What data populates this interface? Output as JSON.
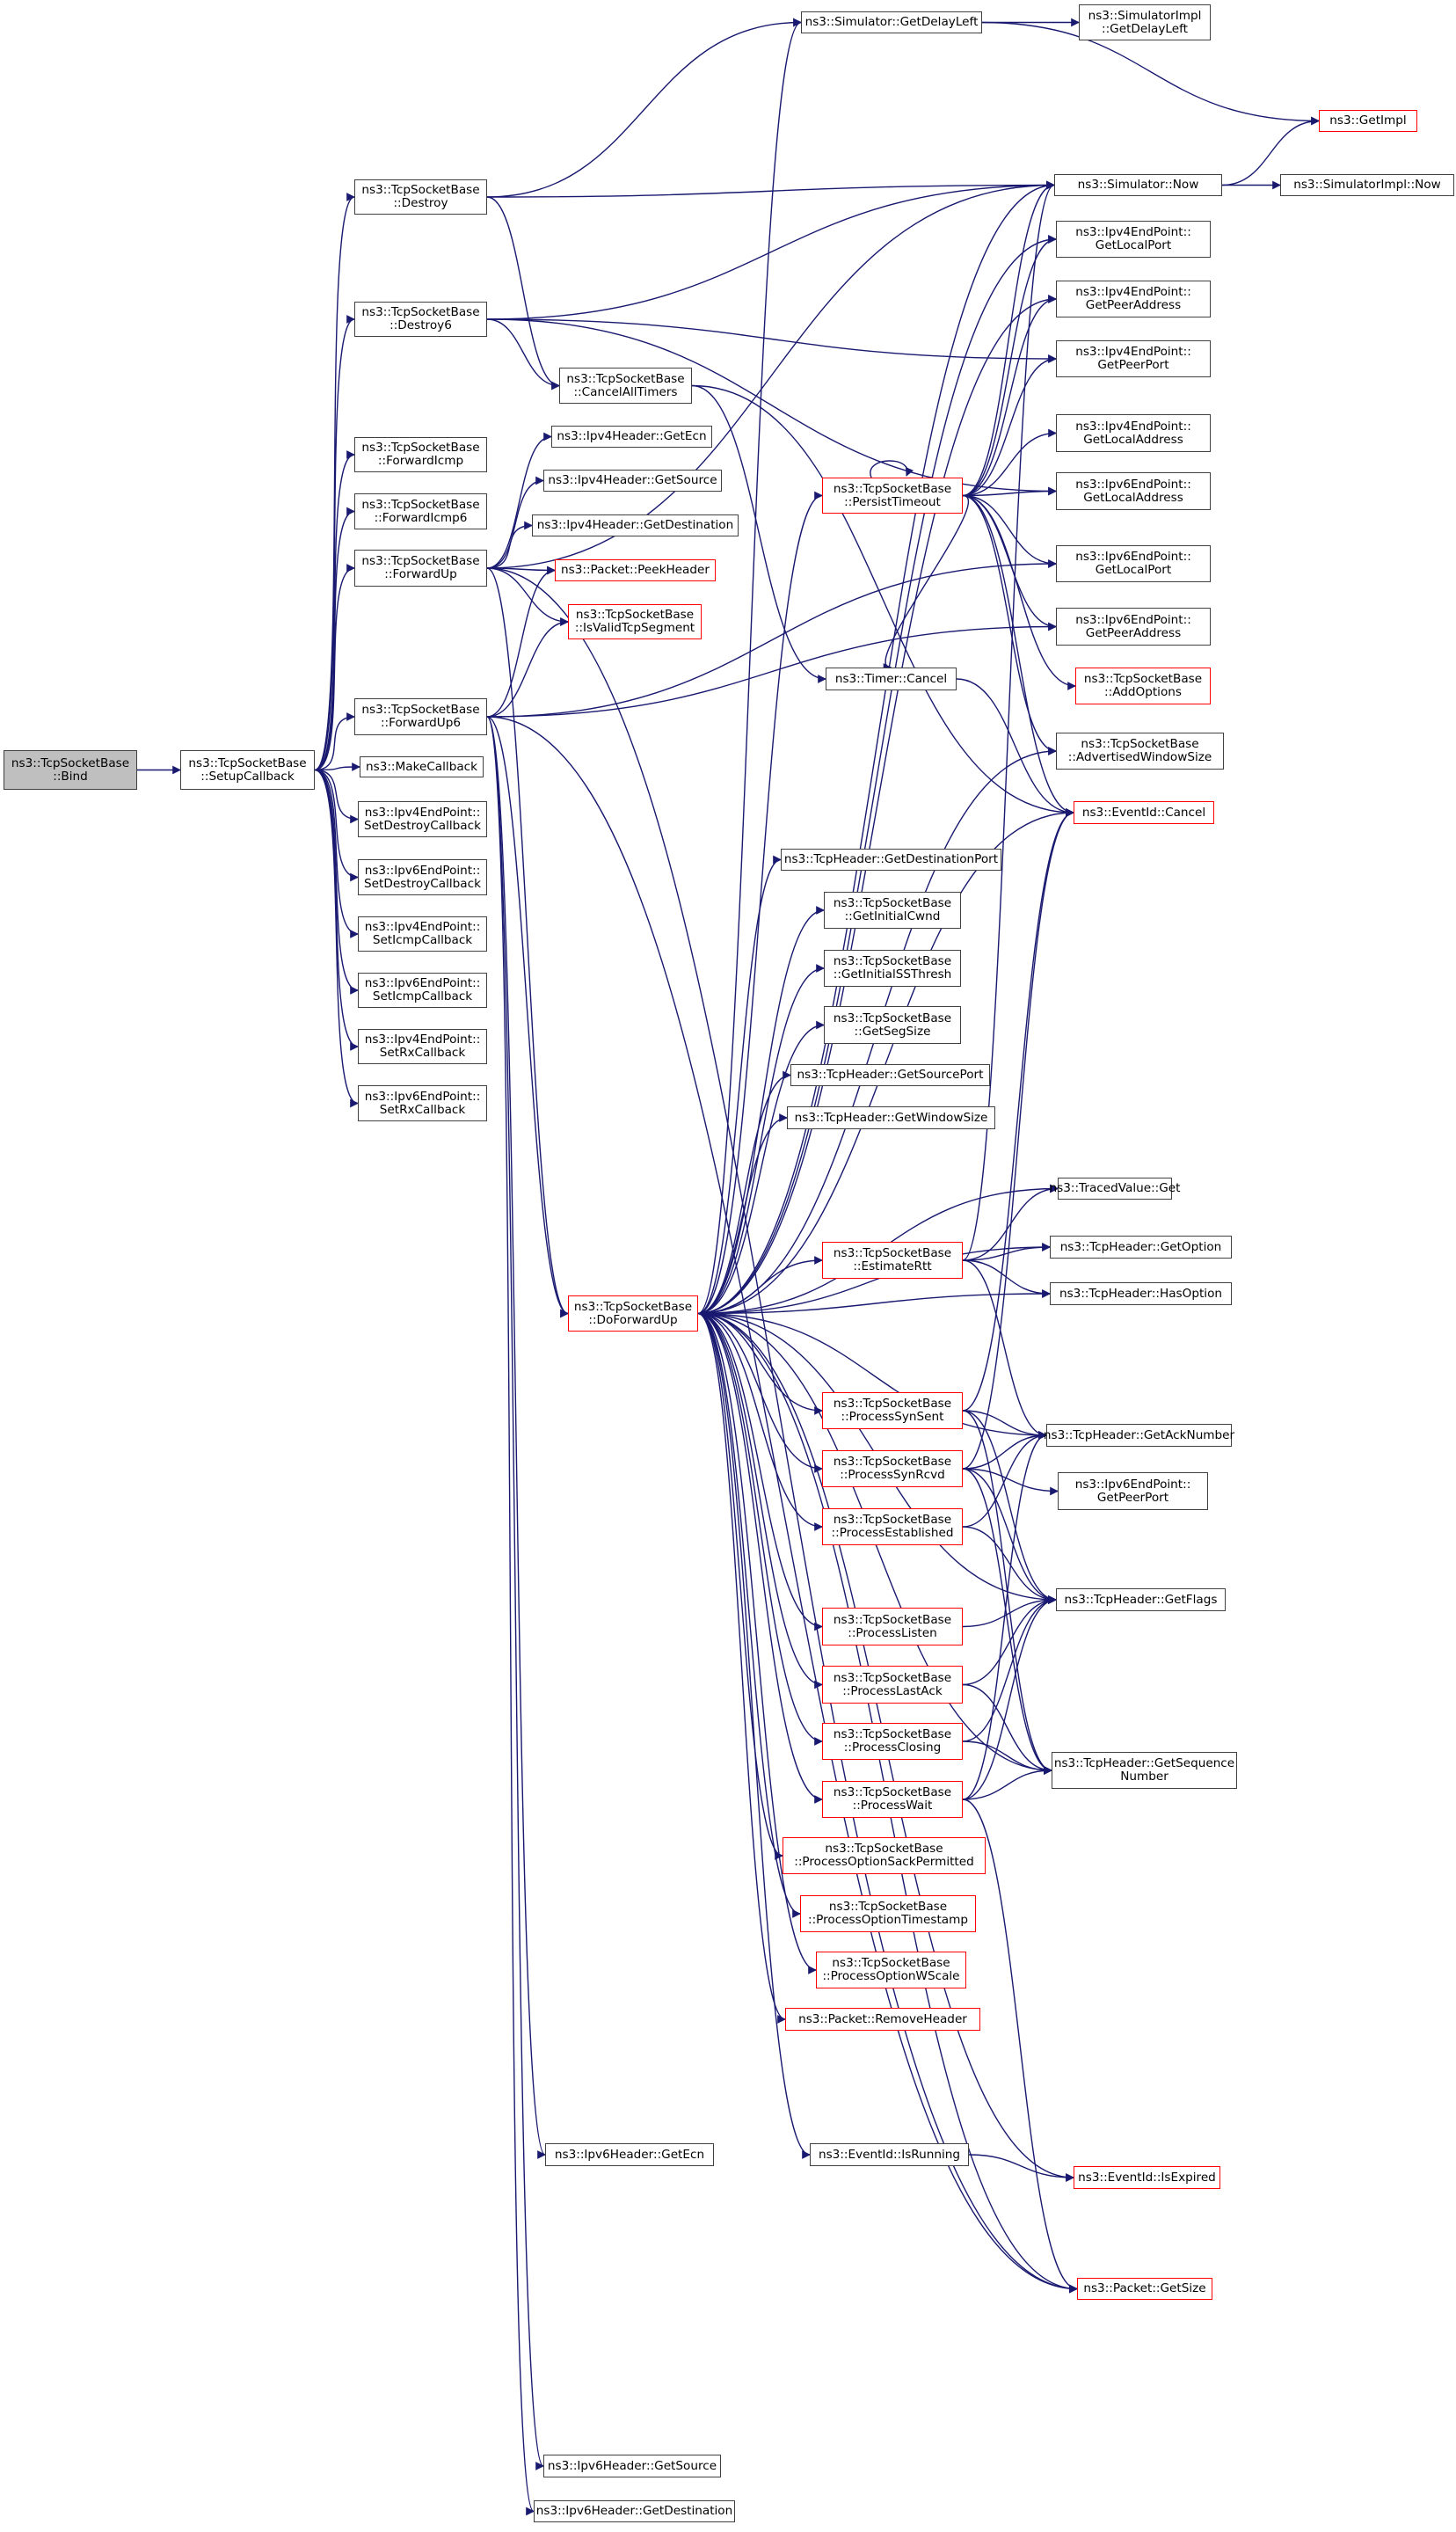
{
  "title": "ns3::TcpSocketBase::Bind call graph",
  "colors": {
    "edge": "#191970",
    "box_border": "#404040",
    "incomplete_border": "#ff0000",
    "root_fill": "#bfbfbf"
  },
  "nodes": [
    {
      "id": "bind",
      "lines": [
        "ns3::TcpSocketBase",
        "::Bind"
      ],
      "style": "root"
    },
    {
      "id": "setupcallback",
      "lines": [
        "ns3::TcpSocketBase",
        "::SetupCallback"
      ],
      "style": "normal"
    },
    {
      "id": "destroy",
      "lines": [
        "ns3::TcpSocketBase",
        "::Destroy"
      ],
      "style": "normal"
    },
    {
      "id": "destroy6",
      "lines": [
        "ns3::TcpSocketBase",
        "::Destroy6"
      ],
      "style": "normal"
    },
    {
      "id": "forwardicmp",
      "lines": [
        "ns3::TcpSocketBase",
        "::ForwardIcmp"
      ],
      "style": "normal"
    },
    {
      "id": "forwardicmp6",
      "lines": [
        "ns3::TcpSocketBase",
        "::ForwardIcmp6"
      ],
      "style": "normal"
    },
    {
      "id": "forwardup",
      "lines": [
        "ns3::TcpSocketBase",
        "::ForwardUp"
      ],
      "style": "normal"
    },
    {
      "id": "forwardup6",
      "lines": [
        "ns3::TcpSocketBase",
        "::ForwardUp6"
      ],
      "style": "normal"
    },
    {
      "id": "makecallback",
      "lines": [
        "ns3::MakeCallback"
      ],
      "style": "normal"
    },
    {
      "id": "ipv4_setdestroycb",
      "lines": [
        "ns3::Ipv4EndPoint::",
        "SetDestroyCallback"
      ],
      "style": "normal"
    },
    {
      "id": "ipv6_setdestroycb",
      "lines": [
        "ns3::Ipv6EndPoint::",
        "SetDestroyCallback"
      ],
      "style": "normal"
    },
    {
      "id": "ipv4_seticmpcb",
      "lines": [
        "ns3::Ipv4EndPoint::",
        "SetIcmpCallback"
      ],
      "style": "normal"
    },
    {
      "id": "ipv6_seticmpcb",
      "lines": [
        "ns3::Ipv6EndPoint::",
        "SetIcmpCallback"
      ],
      "style": "normal"
    },
    {
      "id": "ipv4_setrxcb",
      "lines": [
        "ns3::Ipv4EndPoint::",
        "SetRxCallback"
      ],
      "style": "normal"
    },
    {
      "id": "ipv6_setrxcb",
      "lines": [
        "ns3::Ipv6EndPoint::",
        "SetRxCallback"
      ],
      "style": "normal"
    },
    {
      "id": "cancelalltimers",
      "lines": [
        "ns3::TcpSocketBase",
        "::CancelAllTimers"
      ],
      "style": "normal"
    },
    {
      "id": "ipv4h_getecn",
      "lines": [
        "ns3::Ipv4Header::GetEcn"
      ],
      "style": "normal"
    },
    {
      "id": "ipv4h_getsource",
      "lines": [
        "ns3::Ipv4Header::GetSource"
      ],
      "style": "normal"
    },
    {
      "id": "ipv4h_getdest",
      "lines": [
        "ns3::Ipv4Header::GetDestination"
      ],
      "style": "normal"
    },
    {
      "id": "peekheader",
      "lines": [
        "ns3::Packet::PeekHeader"
      ],
      "style": "red"
    },
    {
      "id": "isvalidtcpsegment",
      "lines": [
        "ns3::TcpSocketBase",
        "::IsValidTcpSegment"
      ],
      "style": "red"
    },
    {
      "id": "doforwardup",
      "lines": [
        "ns3::TcpSocketBase",
        "::DoForwardUp"
      ],
      "style": "red"
    },
    {
      "id": "sim_getdelayleft",
      "lines": [
        "ns3::Simulator::GetDelayLeft"
      ],
      "style": "normal"
    },
    {
      "id": "simimpl_getdelayleft",
      "lines": [
        "ns3::SimulatorImpl",
        "::GetDelayLeft"
      ],
      "style": "normal"
    },
    {
      "id": "getimpl",
      "lines": [
        "ns3::GetImpl"
      ],
      "style": "red"
    },
    {
      "id": "sim_now",
      "lines": [
        "ns3::Simulator::Now"
      ],
      "style": "normal"
    },
    {
      "id": "simimpl_now",
      "lines": [
        "ns3::SimulatorImpl::Now"
      ],
      "style": "normal"
    },
    {
      "id": "ipv4_getlocalport",
      "lines": [
        "ns3::Ipv4EndPoint::",
        "GetLocalPort"
      ],
      "style": "normal"
    },
    {
      "id": "ipv4_getpeeraddress",
      "lines": [
        "ns3::Ipv4EndPoint::",
        "GetPeerAddress"
      ],
      "style": "normal"
    },
    {
      "id": "ipv4_getpeerport",
      "lines": [
        "ns3::Ipv4EndPoint::",
        "GetPeerPort"
      ],
      "style": "normal"
    },
    {
      "id": "ipv4_getlocaladdress",
      "lines": [
        "ns3::Ipv4EndPoint::",
        "GetLocalAddress"
      ],
      "style": "normal"
    },
    {
      "id": "persisttimeout",
      "lines": [
        "ns3::TcpSocketBase",
        "::PersistTimeout"
      ],
      "style": "red"
    },
    {
      "id": "ipv6_getlocaladdress",
      "lines": [
        "ns3::Ipv6EndPoint::",
        "GetLocalAddress"
      ],
      "style": "normal"
    },
    {
      "id": "ipv6_getlocalport",
      "lines": [
        "ns3::Ipv6EndPoint::",
        "GetLocalPort"
      ],
      "style": "normal"
    },
    {
      "id": "ipv6_getpeeraddress",
      "lines": [
        "ns3::Ipv6EndPoint::",
        "GetPeerAddress"
      ],
      "style": "normal"
    },
    {
      "id": "addoptions",
      "lines": [
        "ns3::TcpSocketBase",
        "::AddOptions"
      ],
      "style": "red"
    },
    {
      "id": "timer_cancel",
      "lines": [
        "ns3::Timer::Cancel"
      ],
      "style": "normal"
    },
    {
      "id": "advertisedwindowsize",
      "lines": [
        "ns3::TcpSocketBase",
        "::AdvertisedWindowSize"
      ],
      "style": "normal"
    },
    {
      "id": "eventid_cancel",
      "lines": [
        "ns3::EventId::Cancel"
      ],
      "style": "red"
    },
    {
      "id": "tcph_getdestport",
      "lines": [
        "ns3::TcpHeader::GetDestinationPort"
      ],
      "style": "normal"
    },
    {
      "id": "getinitialcwnd",
      "lines": [
        "ns3::TcpSocketBase",
        "::GetInitialCwnd"
      ],
      "style": "normal"
    },
    {
      "id": "getinitialssthresh",
      "lines": [
        "ns3::TcpSocketBase",
        "::GetInitialSSThresh"
      ],
      "style": "normal"
    },
    {
      "id": "getsegsize",
      "lines": [
        "ns3::TcpSocketBase",
        "::GetSegSize"
      ],
      "style": "normal"
    },
    {
      "id": "tcph_getsourceport",
      "lines": [
        "ns3::TcpHeader::GetSourcePort"
      ],
      "style": "normal"
    },
    {
      "id": "tcph_getwindowsize",
      "lines": [
        "ns3::TcpHeader::GetWindowSize"
      ],
      "style": "normal"
    },
    {
      "id": "tracedvalue_get",
      "lines": [
        "ns3::TracedValue::Get"
      ],
      "style": "normal"
    },
    {
      "id": "tcph_getoption",
      "lines": [
        "ns3::TcpHeader::GetOption"
      ],
      "style": "normal"
    },
    {
      "id": "estimatertt",
      "lines": [
        "ns3::TcpSocketBase",
        "::EstimateRtt"
      ],
      "style": "red"
    },
    {
      "id": "tcph_hasoption",
      "lines": [
        "ns3::TcpHeader::HasOption"
      ],
      "style": "normal"
    },
    {
      "id": "processsynsent",
      "lines": [
        "ns3::TcpSocketBase",
        "::ProcessSynSent"
      ],
      "style": "red"
    },
    {
      "id": "tcph_getacknumber",
      "lines": [
        "ns3::TcpHeader::GetAckNumber"
      ],
      "style": "normal"
    },
    {
      "id": "processsynrcvd",
      "lines": [
        "ns3::TcpSocketBase",
        "::ProcessSynRcvd"
      ],
      "style": "red"
    },
    {
      "id": "ipv6_getpeerport",
      "lines": [
        "ns3::Ipv6EndPoint::",
        "GetPeerPort"
      ],
      "style": "normal"
    },
    {
      "id": "processestablished",
      "lines": [
        "ns3::TcpSocketBase",
        "::ProcessEstablished"
      ],
      "style": "red"
    },
    {
      "id": "tcph_getflags",
      "lines": [
        "ns3::TcpHeader::GetFlags"
      ],
      "style": "normal"
    },
    {
      "id": "processlisten",
      "lines": [
        "ns3::TcpSocketBase",
        "::ProcessListen"
      ],
      "style": "red"
    },
    {
      "id": "processlastack",
      "lines": [
        "ns3::TcpSocketBase",
        "::ProcessLastAck"
      ],
      "style": "red"
    },
    {
      "id": "processclosing",
      "lines": [
        "ns3::TcpSocketBase",
        "::ProcessClosing"
      ],
      "style": "red"
    },
    {
      "id": "tcph_getseqnumber",
      "lines": [
        "ns3::TcpHeader::GetSequence",
        "Number"
      ],
      "style": "normal"
    },
    {
      "id": "processwait",
      "lines": [
        "ns3::TcpSocketBase",
        "::ProcessWait"
      ],
      "style": "red"
    },
    {
      "id": "processoptionsackpermitted",
      "lines": [
        "ns3::TcpSocketBase",
        "::ProcessOptionSackPermitted"
      ],
      "style": "red"
    },
    {
      "id": "processoptiontimestamp",
      "lines": [
        "ns3::TcpSocketBase",
        "::ProcessOptionTimestamp"
      ],
      "style": "red"
    },
    {
      "id": "processoptionwscale",
      "lines": [
        "ns3::TcpSocketBase",
        "::ProcessOptionWScale"
      ],
      "style": "red"
    },
    {
      "id": "removeheader",
      "lines": [
        "ns3::Packet::RemoveHeader"
      ],
      "style": "red"
    },
    {
      "id": "ipv6h_getecn",
      "lines": [
        "ns3::Ipv6Header::GetEcn"
      ],
      "style": "normal"
    },
    {
      "id": "eventid_isrunning",
      "lines": [
        "ns3::EventId::IsRunning"
      ],
      "style": "normal"
    },
    {
      "id": "eventid_isexpired",
      "lines": [
        "ns3::EventId::IsExpired"
      ],
      "style": "red"
    },
    {
      "id": "packet_getsize",
      "lines": [
        "ns3::Packet::GetSize"
      ],
      "style": "red"
    },
    {
      "id": "ipv6h_getsource",
      "lines": [
        "ns3::Ipv6Header::GetSource"
      ],
      "style": "normal"
    },
    {
      "id": "ipv6h_getdest",
      "lines": [
        "ns3::Ipv6Header::GetDestination"
      ],
      "style": "normal"
    }
  ],
  "edges": [
    [
      "bind",
      "setupcallback"
    ],
    [
      "setupcallback",
      "destroy"
    ],
    [
      "setupcallback",
      "destroy6"
    ],
    [
      "setupcallback",
      "forwardicmp"
    ],
    [
      "setupcallback",
      "forwardicmp6"
    ],
    [
      "setupcallback",
      "forwardup"
    ],
    [
      "setupcallback",
      "forwardup6"
    ],
    [
      "setupcallback",
      "makecallback"
    ],
    [
      "setupcallback",
      "ipv4_setdestroycb"
    ],
    [
      "setupcallback",
      "ipv6_setdestroycb"
    ],
    [
      "setupcallback",
      "ipv4_seticmpcb"
    ],
    [
      "setupcallback",
      "ipv6_seticmpcb"
    ],
    [
      "setupcallback",
      "ipv4_setrxcb"
    ],
    [
      "setupcallback",
      "ipv6_setrxcb"
    ],
    [
      "destroy",
      "sim_getdelayleft"
    ],
    [
      "destroy",
      "sim_now"
    ],
    [
      "destroy",
      "cancelalltimers"
    ],
    [
      "destroy6",
      "sim_now"
    ],
    [
      "destroy6",
      "cancelalltimers"
    ],
    [
      "destroy6",
      "ipv6_getlocaladdress"
    ],
    [
      "destroy6",
      "ipv4_getpeerport"
    ],
    [
      "cancelalltimers",
      "timer_cancel"
    ],
    [
      "cancelalltimers",
      "eventid_cancel"
    ],
    [
      "sim_getdelayleft",
      "simimpl_getdelayleft"
    ],
    [
      "sim_getdelayleft",
      "getimpl"
    ],
    [
      "sim_now",
      "getimpl"
    ],
    [
      "sim_now",
      "simimpl_now"
    ],
    [
      "forwardup",
      "ipv4h_getecn"
    ],
    [
      "forwardup",
      "ipv4h_getsource"
    ],
    [
      "forwardup",
      "ipv4h_getdest"
    ],
    [
      "forwardup",
      "peekheader"
    ],
    [
      "forwardup",
      "isvalidtcpsegment"
    ],
    [
      "forwardup",
      "doforwardup"
    ],
    [
      "forwardup",
      "packet_getsize"
    ],
    [
      "forwardup",
      "sim_now"
    ],
    [
      "forwardup6",
      "peekheader"
    ],
    [
      "forwardup6",
      "isvalidtcpsegment"
    ],
    [
      "forwardup6",
      "doforwardup"
    ],
    [
      "forwardup6",
      "ipv6h_getecn"
    ],
    [
      "forwardup6",
      "ipv6h_getsource"
    ],
    [
      "forwardup6",
      "ipv6h_getdest"
    ],
    [
      "forwardup6",
      "packet_getsize"
    ],
    [
      "forwardup6",
      "ipv6_getlocalport"
    ],
    [
      "forwardup6",
      "ipv6_getpeeraddress"
    ],
    [
      "persisttimeout",
      "persisttimeout"
    ],
    [
      "persisttimeout",
      "sim_now"
    ],
    [
      "persisttimeout",
      "ipv4_getlocalport"
    ],
    [
      "persisttimeout",
      "ipv4_getpeeraddress"
    ],
    [
      "persisttimeout",
      "ipv4_getpeerport"
    ],
    [
      "persisttimeout",
      "ipv4_getlocaladdress"
    ],
    [
      "persisttimeout",
      "ipv6_getlocaladdress"
    ],
    [
      "persisttimeout",
      "ipv6_getlocalport"
    ],
    [
      "persisttimeout",
      "ipv6_getpeeraddress"
    ],
    [
      "persisttimeout",
      "addoptions"
    ],
    [
      "persisttimeout",
      "advertisedwindowsize"
    ],
    [
      "persisttimeout",
      "eventid_cancel"
    ],
    [
      "persisttimeout",
      "timer_cancel"
    ],
    [
      "timer_cancel",
      "eventid_cancel"
    ],
    [
      "doforwardup",
      "sim_getdelayleft"
    ],
    [
      "doforwardup",
      "sim_now"
    ],
    [
      "doforwardup",
      "ipv4_getlocalport"
    ],
    [
      "doforwardup",
      "ipv4_getpeeraddress"
    ],
    [
      "doforwardup",
      "persisttimeout"
    ],
    [
      "doforwardup",
      "advertisedwindowsize"
    ],
    [
      "doforwardup",
      "eventid_cancel"
    ],
    [
      "doforwardup",
      "tcph_getdestport"
    ],
    [
      "doforwardup",
      "getinitialcwnd"
    ],
    [
      "doforwardup",
      "getinitialssthresh"
    ],
    [
      "doforwardup",
      "getsegsize"
    ],
    [
      "doforwardup",
      "tcph_getsourceport"
    ],
    [
      "doforwardup",
      "tcph_getwindowsize"
    ],
    [
      "doforwardup",
      "tracedvalue_get"
    ],
    [
      "doforwardup",
      "tcph_getoption"
    ],
    [
      "doforwardup",
      "estimatertt"
    ],
    [
      "doforwardup",
      "tcph_hasoption"
    ],
    [
      "doforwardup",
      "tcph_getacknumber"
    ],
    [
      "doforwardup",
      "processsynsent"
    ],
    [
      "doforwardup",
      "processsynrcvd"
    ],
    [
      "doforwardup",
      "processestablished"
    ],
    [
      "doforwardup",
      "tcph_getflags"
    ],
    [
      "doforwardup",
      "processlisten"
    ],
    [
      "doforwardup",
      "processlastack"
    ],
    [
      "doforwardup",
      "processclosing"
    ],
    [
      "doforwardup",
      "processwait"
    ],
    [
      "doforwardup",
      "processoptionsackpermitted"
    ],
    [
      "doforwardup",
      "processoptiontimestamp"
    ],
    [
      "doforwardup",
      "processoptionwscale"
    ],
    [
      "doforwardup",
      "removeheader"
    ],
    [
      "doforwardup",
      "eventid_isrunning"
    ],
    [
      "doforwardup",
      "eventid_isexpired"
    ],
    [
      "doforwardup",
      "packet_getsize"
    ],
    [
      "doforwardup",
      "tcph_getseqnumber"
    ],
    [
      "estimatertt",
      "tracedvalue_get"
    ],
    [
      "estimatertt",
      "tcph_getoption"
    ],
    [
      "estimatertt",
      "tcph_hasoption"
    ],
    [
      "estimatertt",
      "tcph_getacknumber"
    ],
    [
      "estimatertt",
      "sim_now"
    ],
    [
      "processsynsent",
      "tcph_getacknumber"
    ],
    [
      "processsynsent",
      "tcph_getflags"
    ],
    [
      "processsynsent",
      "tcph_getseqnumber"
    ],
    [
      "processsynsent",
      "eventid_cancel"
    ],
    [
      "processsynrcvd",
      "tcph_getacknumber"
    ],
    [
      "processsynrcvd",
      "ipv6_getpeerport"
    ],
    [
      "processsynrcvd",
      "tcph_getflags"
    ],
    [
      "processsynrcvd",
      "tcph_getseqnumber"
    ],
    [
      "processsynrcvd",
      "eventid_cancel"
    ],
    [
      "processestablished",
      "tcph_getacknumber"
    ],
    [
      "processestablished",
      "tcph_getflags"
    ],
    [
      "processlisten",
      "tcph_getflags"
    ],
    [
      "processlastack",
      "tcph_getflags"
    ],
    [
      "processlastack",
      "tcph_getseqnumber"
    ],
    [
      "processclosing",
      "tcph_getflags"
    ],
    [
      "processclosing",
      "tcph_getseqnumber"
    ],
    [
      "processwait",
      "tcph_getflags"
    ],
    [
      "processwait",
      "tcph_getseqnumber"
    ],
    [
      "processwait",
      "tcph_getacknumber"
    ],
    [
      "processwait",
      "packet_getsize"
    ],
    [
      "eventid_isrunning",
      "eventid_isexpired"
    ]
  ]
}
